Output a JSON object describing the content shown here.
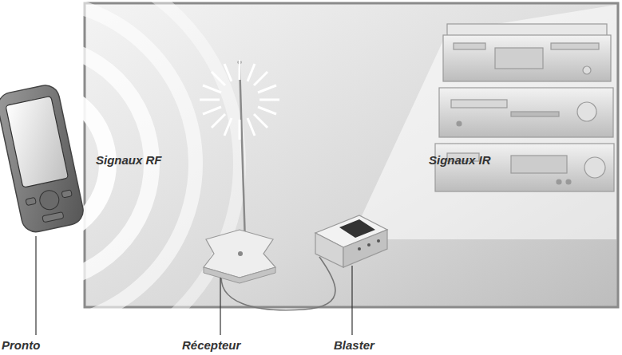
{
  "diagram": {
    "labels": [
      "Signaux RF",
      "Signaux IR",
      "Pronto",
      "Récepteur",
      "Blaster"
    ]
  }
}
